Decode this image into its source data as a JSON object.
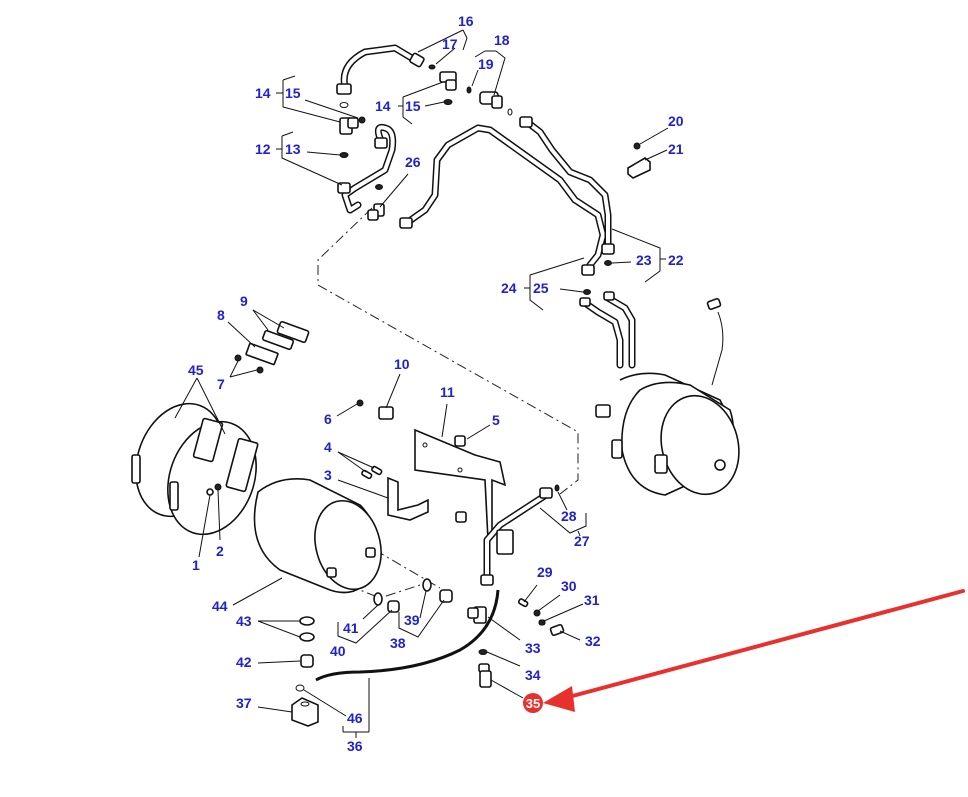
{
  "diagram": {
    "title": "Air tank and pipe assembly exploded parts view",
    "label_color": "#2222cc",
    "highlight_color": "#e8302c",
    "part_labels": {
      "p1": "1",
      "p2": "2",
      "p3": "3",
      "p4": "4",
      "p5": "5",
      "p6": "6",
      "p7": "7",
      "p8": "8",
      "p9": "9",
      "p10": "10",
      "p11": "11",
      "p12": "12",
      "p13": "13",
      "p14a": "14",
      "p15a": "15",
      "p14b": "14",
      "p15b": "15",
      "p16": "16",
      "p17": "17",
      "p18": "18",
      "p19": "19",
      "p20": "20",
      "p21": "21",
      "p22": "22",
      "p23": "23",
      "p24": "24",
      "p25": "25",
      "p26": "26",
      "p27": "27",
      "p28": "28",
      "p29": "29",
      "p30": "30",
      "p31": "31",
      "p32": "32",
      "p33": "33",
      "p34": "34",
      "p36": "36",
      "p37": "37",
      "p38": "38",
      "p39": "39",
      "p40": "40",
      "p41": "41",
      "p42": "42",
      "p43": "43",
      "p44": "44",
      "p45": "45",
      "p46": "46"
    },
    "highlighted_part": {
      "label": "35",
      "indicator": "red-arrow"
    }
  }
}
